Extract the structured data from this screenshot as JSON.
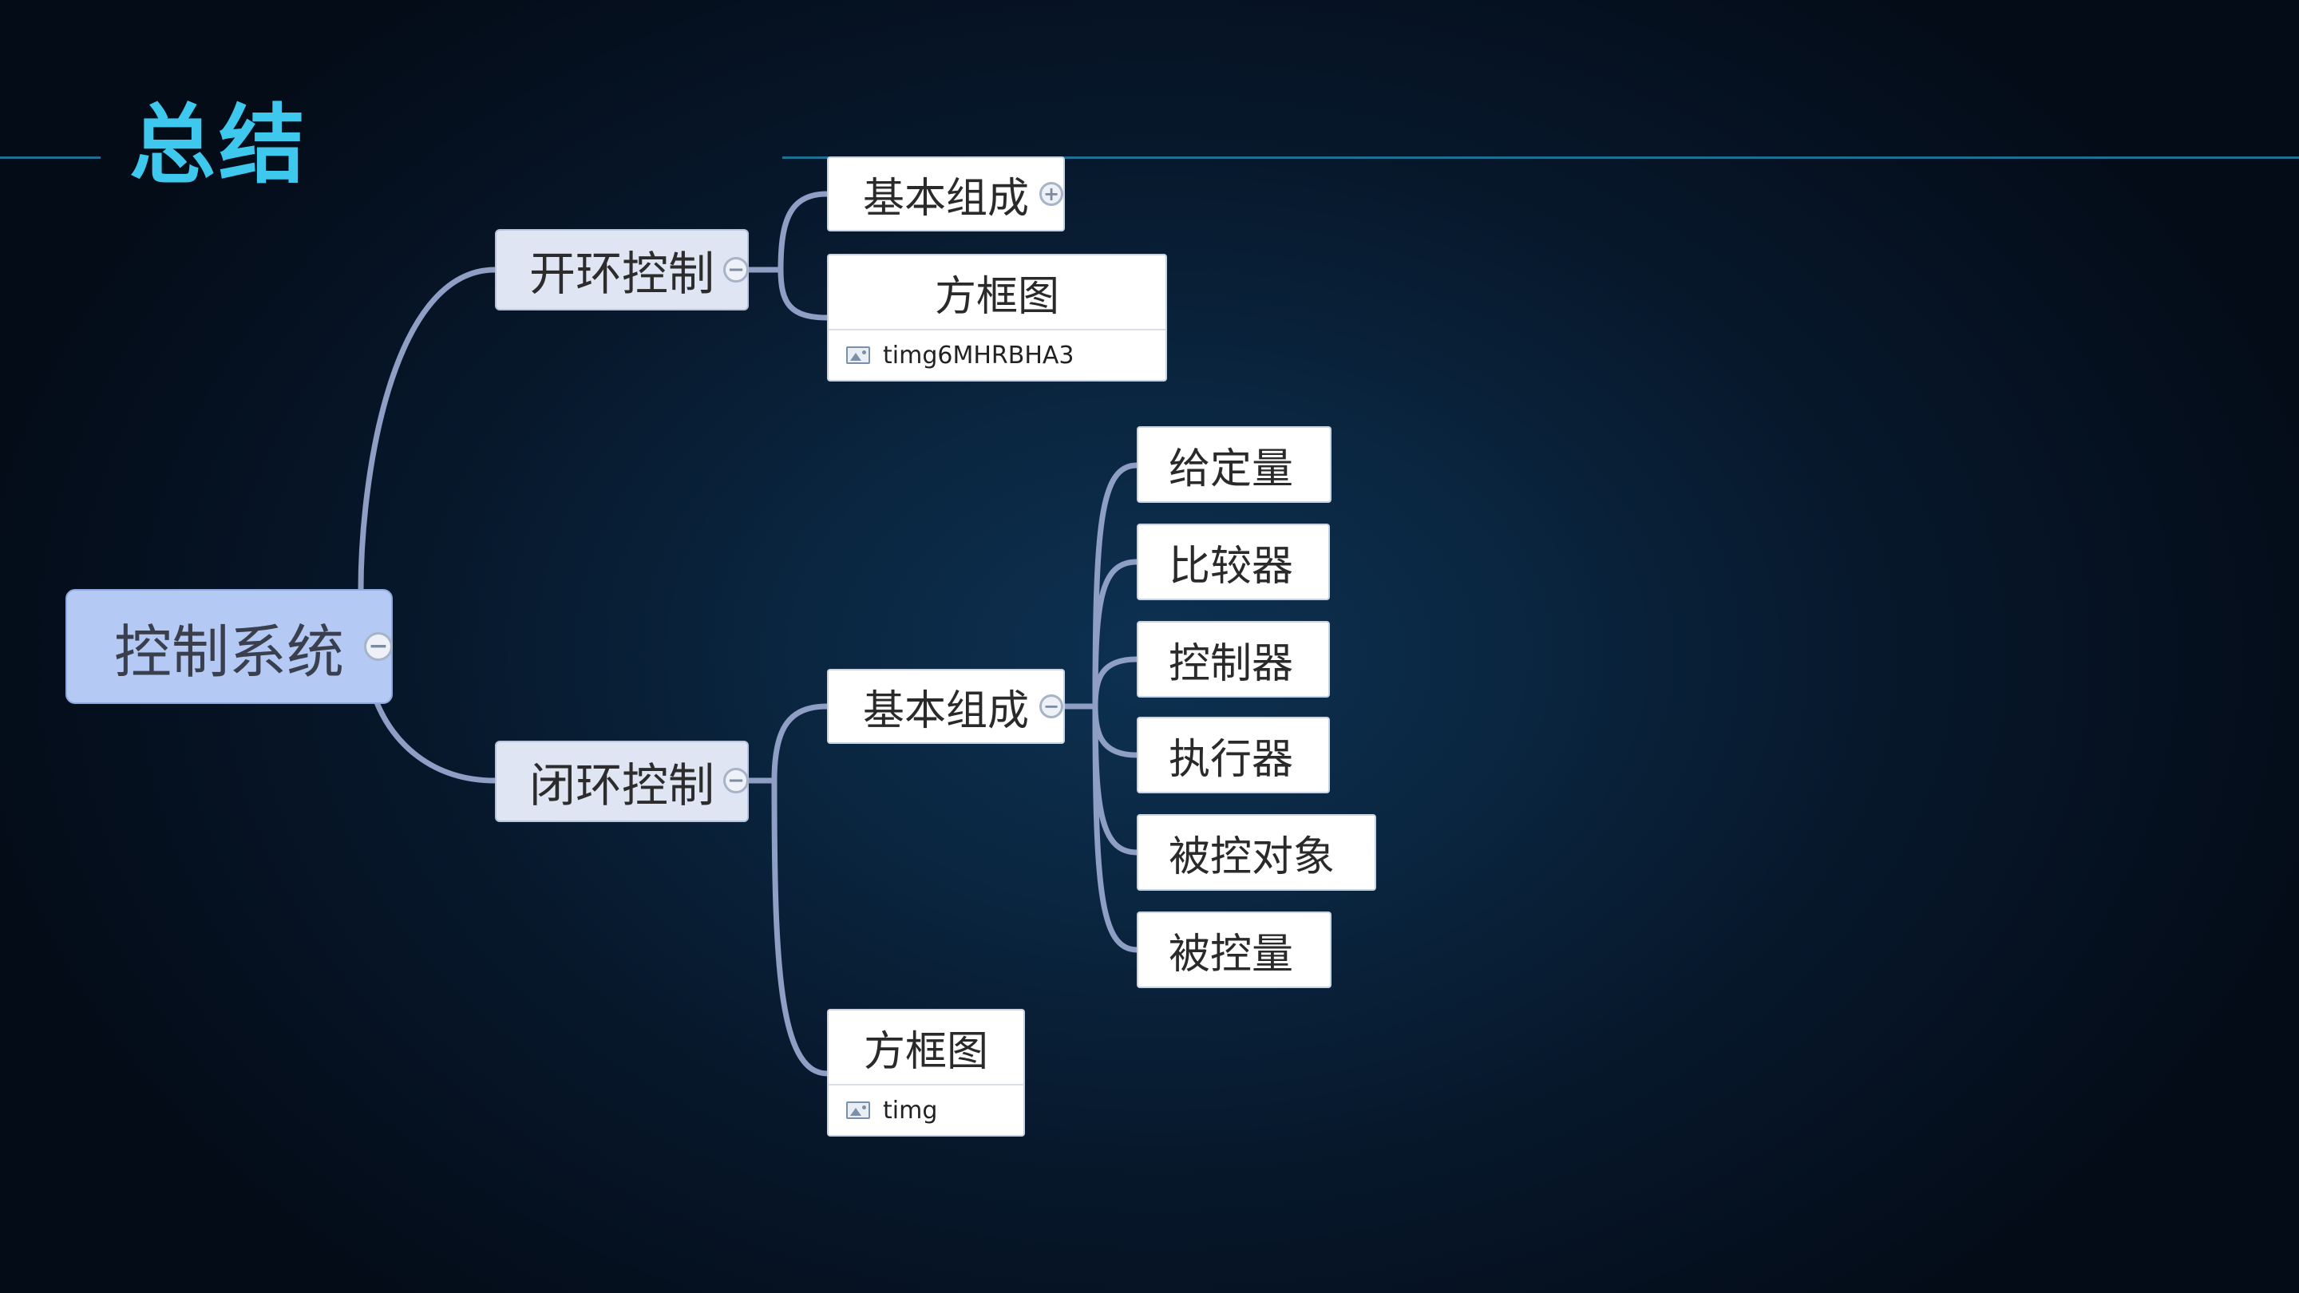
{
  "slide": {
    "title": "总结"
  },
  "mindmap": {
    "root": {
      "label": "控制系统",
      "toggle": "−"
    },
    "open_loop": {
      "label": "开环控制",
      "toggle": "−",
      "basic_components": {
        "label": "基本组成",
        "toggle": "+"
      },
      "block_diagram": {
        "label": "方框图",
        "attachment": "timg6MHRBHA3"
      }
    },
    "closed_loop": {
      "label": "闭环控制",
      "toggle": "−",
      "basic_components": {
        "label": "基本组成",
        "toggle": "−",
        "items": [
          "给定量",
          "比较器",
          "控制器",
          "执行器",
          "被控对象",
          "被控量"
        ]
      },
      "block_diagram": {
        "label": "方框图",
        "attachment": "timg"
      }
    }
  },
  "colors": {
    "title": "#3fc8ee",
    "connector": "#8e9ec4",
    "root_fill": "#b4c9f4",
    "branch_fill": "#dfe5f2",
    "node_fill": "#ffffff",
    "divider": "#1f6f92"
  },
  "icons": {
    "toggle_expanded": "collapse-icon",
    "toggle_collapsed": "expand-icon",
    "attachment": "image-icon"
  }
}
